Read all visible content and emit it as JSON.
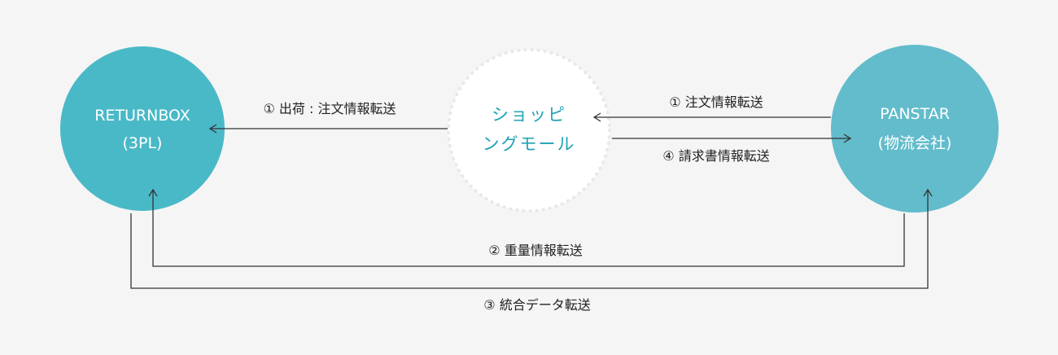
{
  "nodes": {
    "returnbox": {
      "line1": "RETURNBOX",
      "line2": "(3PL)",
      "color": "#4ab9c7"
    },
    "mall": {
      "line1": "ショッピ",
      "line2": "ングモール",
      "color": "#1fa2b4"
    },
    "panstar": {
      "line1": "PANSTAR",
      "line2": "(物流会社)",
      "color": "#62bccb"
    }
  },
  "edges": {
    "shipping": "① 出荷 : 注文情報転送",
    "order": "① 注文情報転送",
    "invoice": "④ 請求書情報転送",
    "weight": "② 重量情報転送",
    "integrated": "③ 統合データ転送"
  }
}
